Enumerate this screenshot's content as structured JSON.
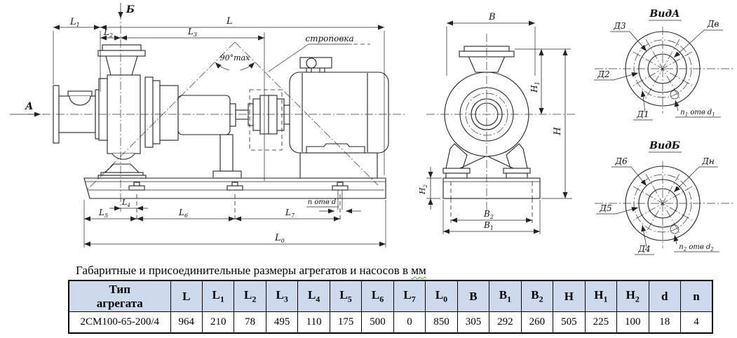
{
  "drawing": {
    "labels": {
      "view_a_arrow": "А",
      "view_b_arrow": "Б",
      "angle_note": "90°max",
      "sling_note": "строповка",
      "base_holes": {
        "n": "n",
        "mid": " отв d"
      }
    },
    "dims": {
      "L": {
        "base": "L",
        "sub": ""
      },
      "L1": {
        "base": "L",
        "sub": "1"
      },
      "L2": {
        "base": "L",
        "sub": "2"
      },
      "L3": {
        "base": "L",
        "sub": "3"
      },
      "L4": {
        "base": "L",
        "sub": "4"
      },
      "L5": {
        "base": "L",
        "sub": "5"
      },
      "L6": {
        "base": "L",
        "sub": "6"
      },
      "L7": {
        "base": "L",
        "sub": "7"
      },
      "L0": {
        "base": "L",
        "sub": "0"
      },
      "B": {
        "base": "B",
        "sub": ""
      },
      "B1": {
        "base": "B",
        "sub": "1"
      },
      "B2": {
        "base": "B",
        "sub": "2"
      },
      "H": {
        "base": "H",
        "sub": ""
      },
      "H1": {
        "base": "H",
        "sub": "1"
      },
      "H2": {
        "base": "H",
        "sub": "2"
      }
    },
    "view_a": {
      "title": "ВидА",
      "d3": "Д3",
      "dv": "Дв",
      "d2": "Д2",
      "d1": "Д1",
      "holes": {
        "n": "n",
        "n_sub": "1",
        "mid": " отв d",
        "d_sub": "1"
      }
    },
    "view_b": {
      "title": "ВидБ",
      "d6": "Д6",
      "dn": "Дн",
      "d5": "Д5",
      "d4": "Д4",
      "holes": {
        "n": "n",
        "n_sub": "2",
        "mid": " отв d",
        "d_sub": "2"
      }
    }
  },
  "caption": {
    "text": "Габаритные и присоединительные размеры агрегатов и насосов в ",
    "unit": "мм"
  },
  "table": {
    "type_header": {
      "line1": "Тип",
      "line2": "агрегата"
    },
    "headers": [
      {
        "base": "L",
        "sub": ""
      },
      {
        "base": "L",
        "sub": "1"
      },
      {
        "base": "L",
        "sub": "2"
      },
      {
        "base": "L",
        "sub": "3"
      },
      {
        "base": "L",
        "sub": "4"
      },
      {
        "base": "L",
        "sub": "5"
      },
      {
        "base": "L",
        "sub": "6"
      },
      {
        "base": "L",
        "sub": "7"
      },
      {
        "base": "L",
        "sub": "0"
      },
      {
        "base": "B",
        "sub": ""
      },
      {
        "base": "B",
        "sub": "1"
      },
      {
        "base": "B",
        "sub": "2"
      },
      {
        "base": "H",
        "sub": ""
      },
      {
        "base": "H",
        "sub": "1"
      },
      {
        "base": "H",
        "sub": "2"
      },
      {
        "base": "d",
        "sub": ""
      },
      {
        "base": "n",
        "sub": ""
      }
    ],
    "rows": [
      {
        "type": "2СМ100-65-200/4",
        "values": [
          "964",
          "210",
          "78",
          "495",
          "110",
          "175",
          "500",
          "0",
          "850",
          "305",
          "292",
          "260",
          "505",
          "225",
          "100",
          "18",
          "4"
        ]
      }
    ]
  },
  "colors": {
    "header-bg": "#cdd9ec",
    "line": "#222222",
    "squiggle": "#3aaa35"
  }
}
